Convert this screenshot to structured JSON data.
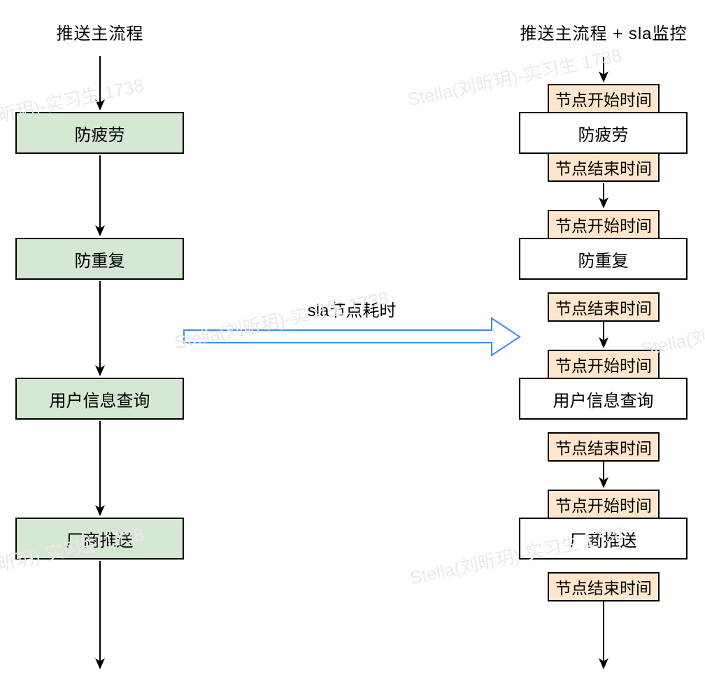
{
  "watermark": {
    "text": "Stella(刘昕玥)-实习生 1738"
  },
  "left_flow": {
    "title": "推送主流程",
    "nodes": [
      {
        "label": "防疲劳"
      },
      {
        "label": "防重复"
      },
      {
        "label": "用户信息查询"
      },
      {
        "label": "厂商推送"
      }
    ]
  },
  "right_flow": {
    "title": "推送主流程 + sla监控",
    "nodes": [
      {
        "label": "防疲劳",
        "start_label": "节点开始时间",
        "end_label": "节点结束时间"
      },
      {
        "label": "防重复",
        "start_label": "节点开始时间",
        "end_label": "节点结束时间"
      },
      {
        "label": "用户信息查询",
        "start_label": "节点开始时间",
        "end_label": "节点结束时间"
      },
      {
        "label": "厂商推送",
        "start_label": "节点开始时间",
        "end_label": "节点结束时间"
      }
    ]
  },
  "connector": {
    "label": "sla节点耗时"
  },
  "colors": {
    "node_green_fill": "#d5e8d4",
    "sla_orange_fill": "#ffe6cc",
    "box_border": "#000000",
    "arrow_black": "#000000",
    "arrow_blue": "#3b8cf2",
    "watermark_gray": "#e9e9e9"
  }
}
